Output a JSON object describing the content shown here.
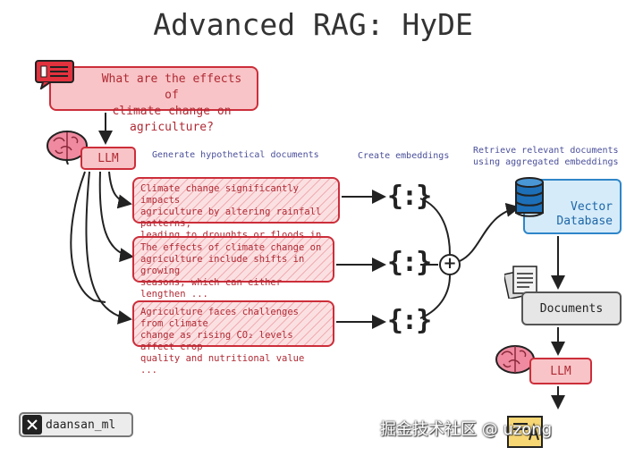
{
  "title": "Advanced RAG: HyDE",
  "query": {
    "text_line1": "What are the effects of",
    "text_line2": "climate change on agriculture?",
    "icon": "chat-message-icon"
  },
  "llm_top": {
    "label": "LLM",
    "icon": "brain-icon"
  },
  "steps": {
    "generate": "Generate hypothetical documents",
    "embed": "Create embeddings",
    "retrieve_line1": "Retrieve relevant documents",
    "retrieve_line2": "using aggregated embeddings"
  },
  "hypothetical_docs": [
    {
      "line1": "Climate change significantly impacts",
      "line2": "agriculture by altering rainfall patterns,",
      "line3": "leading to droughts or floods in ..."
    },
    {
      "line1": "The effects of climate change on",
      "line2": "agriculture include shifts in growing",
      "line3": "seasons, which can either lengthen ..."
    },
    {
      "line1": "Agriculture faces challenges from climate",
      "line2": "change as rising CO₂ levels affect crop",
      "line3": "quality and nutritional value ..."
    }
  ],
  "embedding_symbol": "{:}",
  "aggregate_symbol": "+",
  "vector_db": {
    "line1": "Vector",
    "line2": "Database",
    "icon": "database-icon"
  },
  "documents": {
    "label": "Documents",
    "icon": "documents-icon"
  },
  "llm_bottom": {
    "label": "LLM",
    "icon": "brain-icon"
  },
  "answer_icon": "answer-card-icon",
  "author_badge": {
    "label": "daansan_ml",
    "icon": "x-logo-icon"
  },
  "watermark": "掘金技术社区 @ uzong",
  "colors": {
    "red_stroke": "#cc2e3a",
    "red_fill": "#f8c4c7",
    "blue_stroke": "#2e86c8",
    "blue_fill": "#d5ebf9",
    "label_blue": "#4a4f9a",
    "answer_fill": "#f7d774"
  }
}
